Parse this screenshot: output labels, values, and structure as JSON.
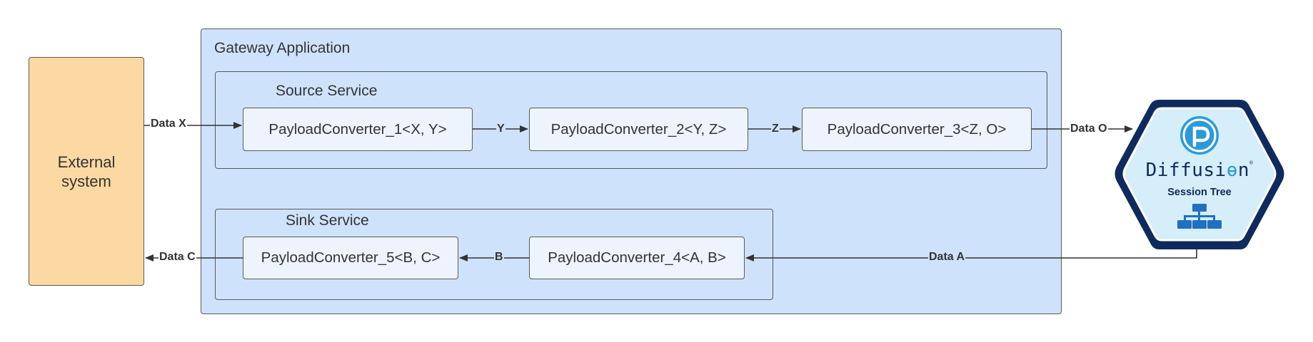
{
  "external": {
    "label": "External\nsystem"
  },
  "gateway": {
    "title": "Gateway Application"
  },
  "source_service": {
    "title": "Source Service",
    "converters": [
      "PayloadConverter_1<X, Y>",
      "PayloadConverter_2<Y, Z>",
      "PayloadConverter_3<Z, O>"
    ]
  },
  "sink_service": {
    "title": "Sink Service",
    "converters": [
      "PayloadConverter_5<B, C>",
      "PayloadConverter_4<A, B>"
    ]
  },
  "edges": {
    "data_x": "Data X",
    "y": "Y",
    "z": "Z",
    "data_o": "Data O",
    "data_a": "Data A",
    "b": "B",
    "data_c": "Data C"
  },
  "diffusion": {
    "brand": "Diffusi",
    "brand_end": "n",
    "subtitle": "Session Tree",
    "colors": {
      "navy": "#0f2a5c",
      "panel": "#d5eef9",
      "accent": "#2c9ad8"
    }
  }
}
